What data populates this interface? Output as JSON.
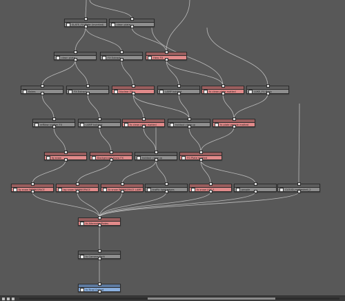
{
  "app": {
    "name": "node graph editor"
  },
  "colors": {
    "background": "#585858",
    "node_gray": "#8e8e8e",
    "node_red": "#e18a8a",
    "node_blue": "#8ab0e0",
    "wire": "#cfcfcf"
  },
  "nodes": [
    {
      "id": "n_slate_inv",
      "label": "SLATE_FX Plate (inverted)",
      "color": "gray"
    },
    {
      "id": "n_clean_a",
      "label": "clean plate",
      "color": "gray"
    },
    {
      "id": "n_clean_plate",
      "label": "clean plate",
      "color": "gray"
    },
    {
      "id": "n_fx_extract1",
      "label": "FX Extract",
      "color": "gray"
    },
    {
      "id": "n_hero_fx",
      "label": "Hero FX",
      "color": "red"
    },
    {
      "id": "n_flakes",
      "label": "flakes",
      "color": "gray"
    },
    {
      "id": "n_fx_extract2",
      "label": "FX Extract",
      "color": "gray"
    },
    {
      "id": "n_nuclear_fx",
      "label": "Nuclear FX",
      "color": "red"
    },
    {
      "id": "n_lamp_holdout",
      "label": "LAMP holdout",
      "color": "gray"
    },
    {
      "id": "n_clean_mat1",
      "label": "fx clean plate matted",
      "color": "red"
    },
    {
      "id": "n_luke_fg",
      "label": "LUKE_FG Body",
      "color": "gray"
    },
    {
      "id": "n_refnew",
      "label": "refNew scatter FX",
      "color": "gray"
    },
    {
      "id": "n_lamp_holdout2",
      "label": "LAMP holdout",
      "color": "gray"
    },
    {
      "id": "n_clean_mat2",
      "label": "fx clean plate matted",
      "color": "red"
    },
    {
      "id": "n_holdout_cleanup",
      "label": "holdout cleanup",
      "color": "gray"
    },
    {
      "id": "n_fx_people",
      "label": "fx plate people matted",
      "color": "red"
    },
    {
      "id": "n_fg_snow",
      "label": "fg snow",
      "color": "red"
    },
    {
      "id": "n_bg_snow",
      "label": "Background Snow FX",
      "color": "red"
    },
    {
      "id": "n_holdout2",
      "label": "holdout cleanup",
      "color": "gray"
    },
    {
      "id": "n_fg_plate",
      "label": "FG Plate matted",
      "color": "red"
    },
    {
      "id": "n_fgsnow_ws",
      "label": "fg snow WORKSPACE",
      "color": "red"
    },
    {
      "id": "n_bgsnow_ws",
      "label": "bg snow WORKSPACE",
      "color": "red"
    },
    {
      "id": "n_fxsnow",
      "label": "fx snow WORKSPACE LAMP",
      "color": "red"
    },
    {
      "id": "n_traffic",
      "label": "traffic light edges",
      "color": "gray"
    },
    {
      "id": "n_fx_snow_loc",
      "label": "fx snow LOC 1",
      "color": "red"
    },
    {
      "id": "n_people",
      "label": "people",
      "color": "gray"
    },
    {
      "id": "n_cloud",
      "label": "CLOUD_matteshell_2",
      "color": "gray"
    },
    {
      "id": "n_alternate",
      "label": "fx Alternate Plates",
      "color": "red"
    },
    {
      "id": "n_camera",
      "label": "fx Camera Shift",
      "color": "gray"
    },
    {
      "id": "n_final",
      "label": "fx Final Output",
      "color": "blue"
    }
  ],
  "statusbar": {
    "visible": true
  }
}
